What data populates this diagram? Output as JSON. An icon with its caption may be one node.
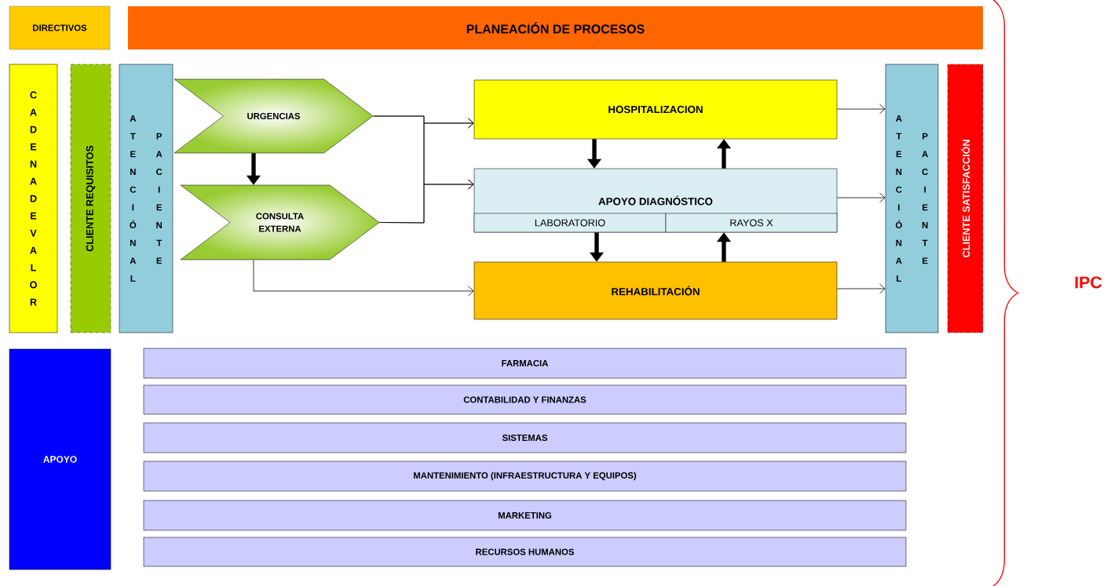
{
  "diagram": {
    "nodes": [
      {
        "text": [
          "DIRECTIVOS"
        ]
      },
      {
        "text": [
          "PLANEACIÓN DE PROCESOS"
        ]
      },
      {
        "text": [
          "CADENA DE VALOR"
        ]
      },
      {
        "text": [
          "CLIENTE REQUISITOS"
        ]
      },
      {
        "text": [
          "ATENCIÓN AL",
          "PACIENTE"
        ]
      },
      {
        "text": [
          "URGENCIAS"
        ]
      },
      {
        "text": [
          "CONSULTA EXTERNA"
        ]
      },
      {
        "text": [
          "HOSPITALIZACION"
        ]
      },
      {
        "text": [
          "APOYO DIAGNÓSTICO"
        ]
      },
      {
        "text": [
          "LABORATORIO"
        ],
        "in": 8
      },
      {
        "text": [
          "RAYOS X"
        ],
        "in": 8
      },
      {
        "text": [
          "REHABILITACIÓN"
        ]
      },
      {
        "text": [
          "ATENCIÓN AL",
          "PACIENTE"
        ]
      },
      {
        "text": [
          "CLIENTE SATISFACCIÓN"
        ]
      },
      {
        "text": [
          "APOYO"
        ]
      },
      {
        "text": [
          "FARMACIA"
        ]
      },
      {
        "text": [
          "CONTABILIDAD Y FINANZAS"
        ]
      },
      {
        "text": [
          "SISTEMAS"
        ]
      },
      {
        "text": [
          "MANTENIMIENTO (INFRAESTRUCTURA Y EQUIPOS)"
        ]
      },
      {
        "text": [
          "MARKETING"
        ]
      },
      {
        "text": [
          "RECURSOS HUMANOS"
        ]
      }
    ],
    "edges": [
      {
        "from": 5,
        "to": 6,
        "arrow": "to",
        "style": "thick"
      },
      {
        "from": 5,
        "to": 7,
        "arrow": "to"
      },
      {
        "from": 5,
        "to": 8,
        "arrow": "to"
      },
      {
        "from": 6,
        "to": 7,
        "arrow": "to"
      },
      {
        "from": 6,
        "to": 8,
        "arrow": "to"
      },
      {
        "from": 6,
        "to": 11,
        "arrow": "to"
      },
      {
        "from": 7,
        "to": 8,
        "arrow": "to",
        "style": "thick"
      },
      {
        "from": 8,
        "to": 7,
        "arrow": "to",
        "style": "thick"
      },
      {
        "from": 9,
        "to": 11,
        "arrow": "to",
        "style": "thick"
      },
      {
        "from": 11,
        "to": 10,
        "arrow": "to",
        "style": "thick"
      },
      {
        "from": 7,
        "to": 12,
        "arrow": "to"
      },
      {
        "from": 8,
        "to": 12,
        "arrow": "to"
      },
      {
        "from": 11,
        "to": 12,
        "arrow": "to"
      }
    ],
    "labels": [
      "IPC"
    ]
  }
}
